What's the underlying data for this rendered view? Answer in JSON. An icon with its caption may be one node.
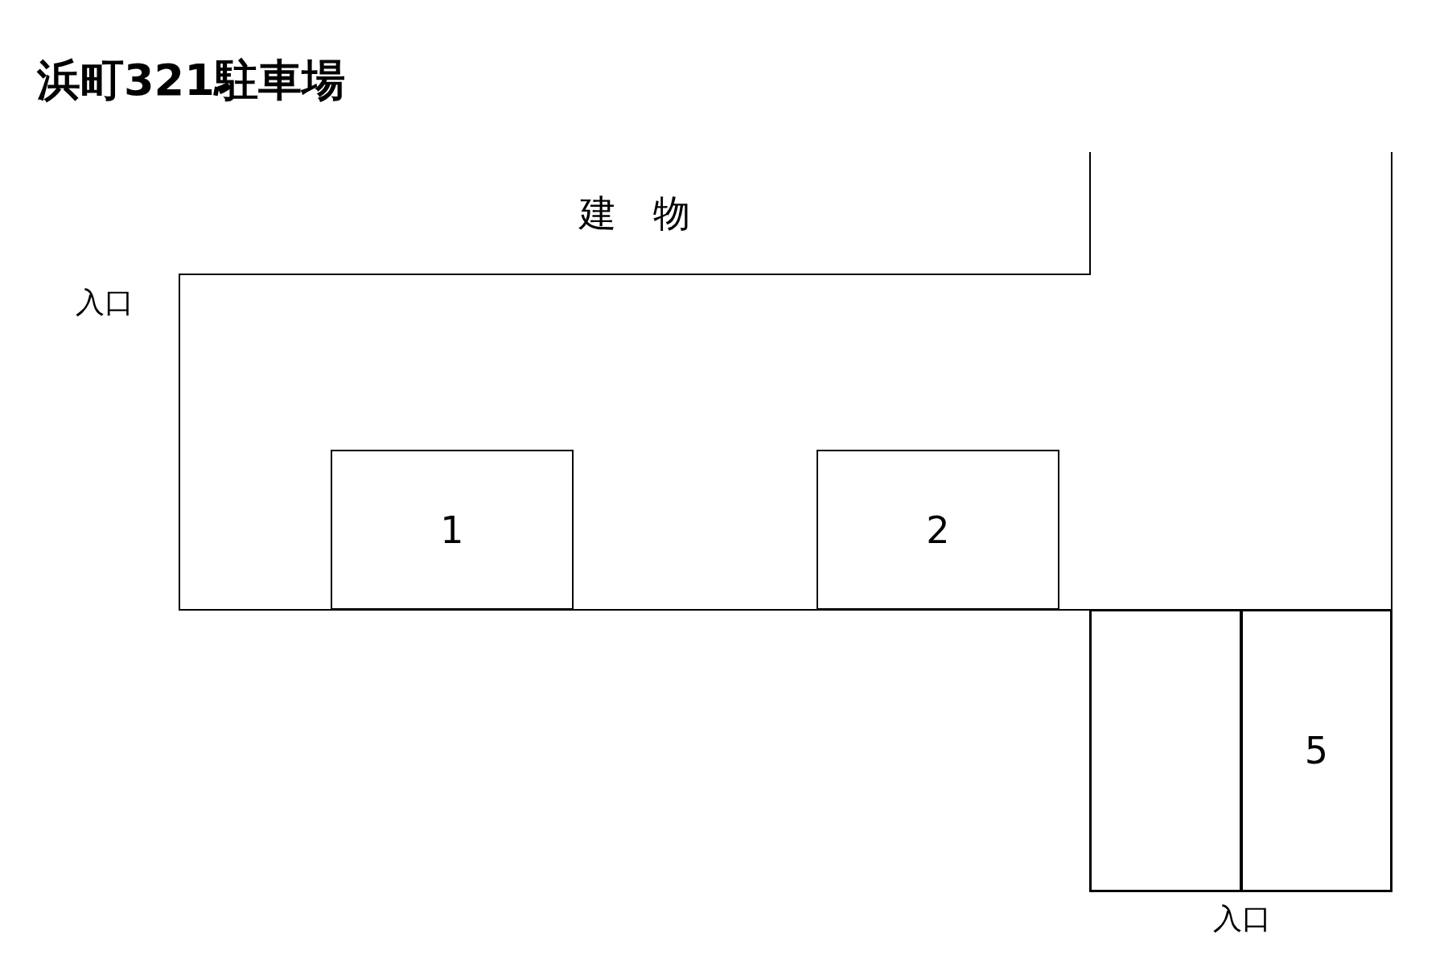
{
  "diagram": {
    "title": "浜町321駐車場",
    "nodes": [
      {
        "text": [
          "1"
        ]
      },
      {
        "text": [
          "2"
        ]
      },
      {
        "text": [],
        "shape": "box"
      },
      {
        "text": [
          "5"
        ]
      }
    ],
    "labels": [
      "建　物",
      "入口",
      "入口"
    ]
  }
}
